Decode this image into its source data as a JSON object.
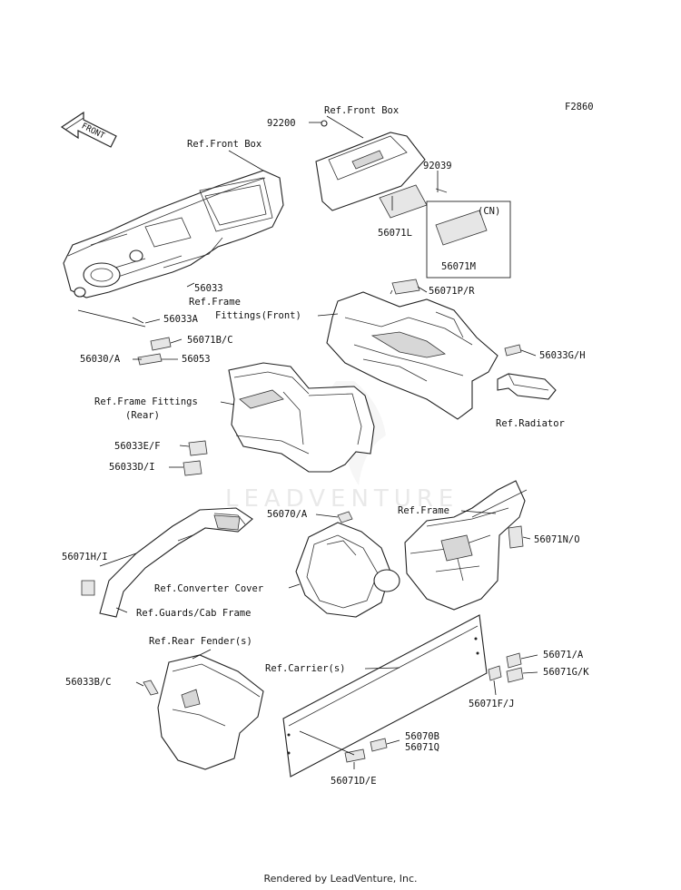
{
  "figure_code": "F2860",
  "watermark": "LEADVENTURE",
  "footer": "Rendered by LeadVenture, Inc.",
  "front_arrow": "FRONT",
  "callouts": {
    "ref_front_box_top": "Ref.Front Box",
    "p92200": "92200",
    "p92039": "92039",
    "ref_front_box_left": "Ref.Front Box",
    "p56071L": "56071L",
    "cn": "(CN)",
    "p56071M": "56071M",
    "p56033": "56033",
    "ref_frame_fittings_front_1": "Ref.Frame",
    "ref_frame_fittings_front_2": "Fittings(Front)",
    "p56071PR": "56071P/R",
    "p56033A": "56033A",
    "p56071BC": "56071B/C",
    "p56030A": "56030/A",
    "p56053": "56053",
    "p56033GH": "56033G/H",
    "ref_frame_fittings_rear_1": "Ref.Frame Fittings",
    "ref_frame_fittings_rear_2": "(Rear)",
    "ref_radiator": "Ref.Radiator",
    "p56033EF": "56033E/F",
    "p56033DI": "56033D/I",
    "ref_frame": "Ref.Frame",
    "p56070A": "56070/A",
    "p56071NO": "56071N/O",
    "p56071HI": "56071H/I",
    "ref_converter_cover": "Ref.Converter Cover",
    "ref_guards_cab_frame": "Ref.Guards/Cab Frame",
    "ref_rear_fender": "Ref.Rear Fender(s)",
    "ref_carriers": "Ref.Carrier(s)",
    "p56071A": "56071/A",
    "p56071GK": "56071G/K",
    "p56033BC": "56033B/C",
    "p56071FJ": "56071F/J",
    "p56070B": "56070B",
    "p56071Q": "56071Q",
    "p56071DE": "56071D/E"
  }
}
